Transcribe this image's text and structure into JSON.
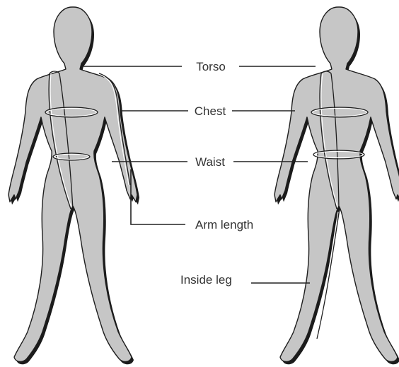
{
  "labels": {
    "torso": "Torso",
    "chest": "Chest",
    "waist": "Waist",
    "arm_length": "Arm length",
    "inside_leg": "Inside leg"
  }
}
